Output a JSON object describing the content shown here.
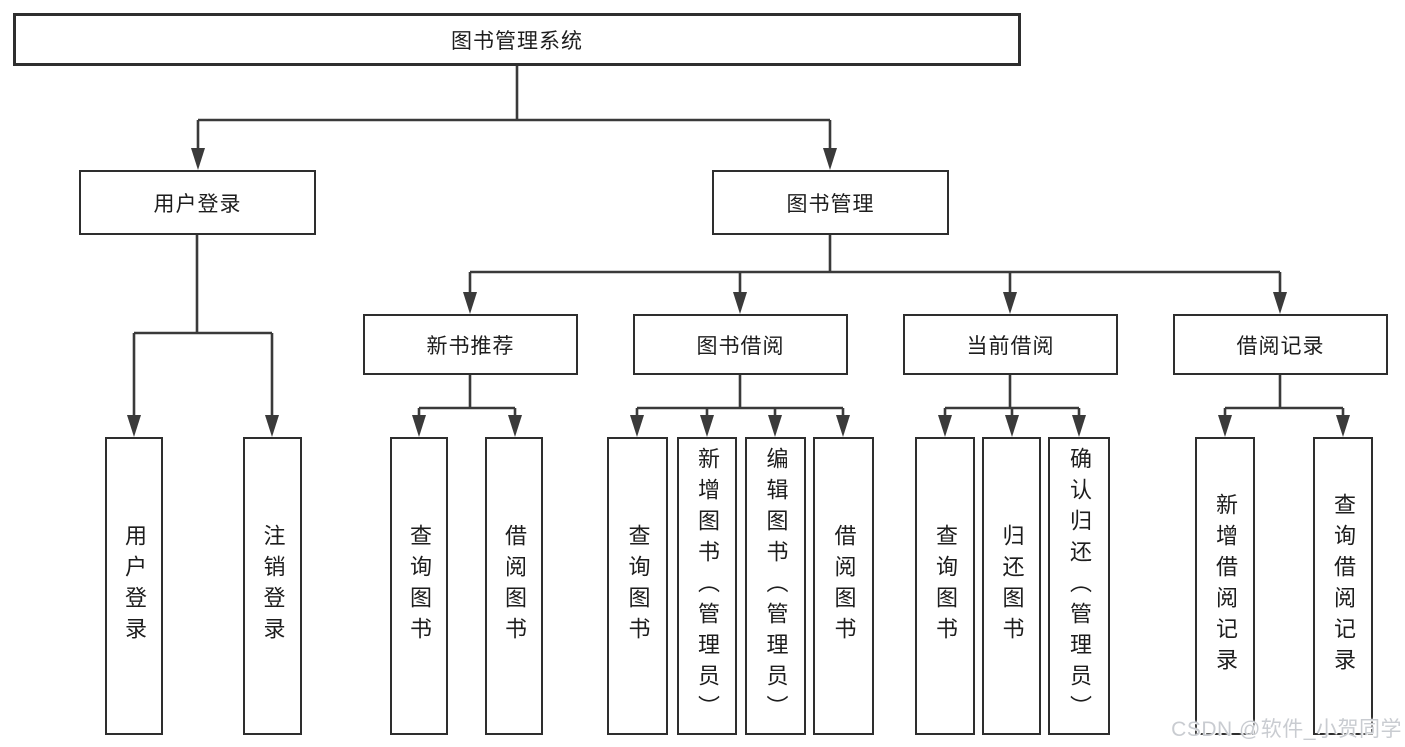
{
  "diagram": {
    "root": {
      "label": "图书管理系统"
    },
    "level2": [
      {
        "label": "用户登录"
      },
      {
        "label": "图书管理"
      }
    ],
    "level3": [
      {
        "label": "新书推荐"
      },
      {
        "label": "图书借阅"
      },
      {
        "label": "当前借阅"
      },
      {
        "label": "借阅记录"
      }
    ],
    "leaves": {
      "user_login": [
        "用户登录",
        "注销登录"
      ],
      "new_book": [
        "查询图书",
        "借阅图书"
      ],
      "book_borrow": [
        "查询图书",
        "新增图书（管理员）",
        "编辑图书（管理员）",
        "借阅图书"
      ],
      "current_borrow": [
        "查询图书",
        "归还图书",
        "确认归还（管理员）"
      ],
      "borrow_record": [
        "新增借阅记录",
        "查询借阅记录"
      ]
    }
  },
  "watermark": {
    "text": "CSDN @软件_小贺同学"
  },
  "colors": {
    "line": "#3a3a3a",
    "border": "#2e2e2e",
    "text": "#1d1d1d",
    "background": "#ffffff",
    "watermark": "#c9ccd1"
  }
}
